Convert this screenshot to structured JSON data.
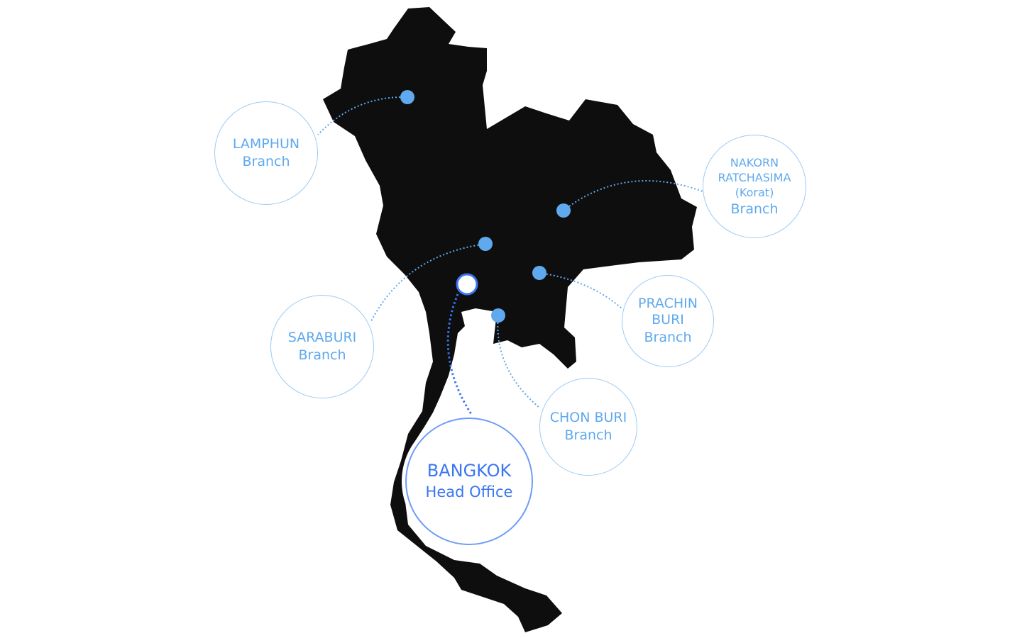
{
  "colors": {
    "land": "#0e0e0e",
    "branch": "#5fa9ee",
    "hq": "#3a76f0",
    "border": "#9ccbf3"
  },
  "branches": [
    {
      "id": "lamphun",
      "lines": [
        "LAMPHUN"
      ],
      "sub": "Branch"
    },
    {
      "id": "nakorn",
      "lines": [
        "NAKORN",
        "RATCHASIMA",
        "(Korat)"
      ],
      "sub": "Branch"
    },
    {
      "id": "saraburi",
      "lines": [
        "SARABURI"
      ],
      "sub": "Branch"
    },
    {
      "id": "prachin",
      "lines": [
        "PRACHIN",
        "BURI"
      ],
      "sub": "Branch"
    },
    {
      "id": "chonburi",
      "lines": [
        "CHON BURI"
      ],
      "sub": "Branch"
    }
  ],
  "head_office": {
    "title": "BANGKOK",
    "sub": "Head Office"
  }
}
